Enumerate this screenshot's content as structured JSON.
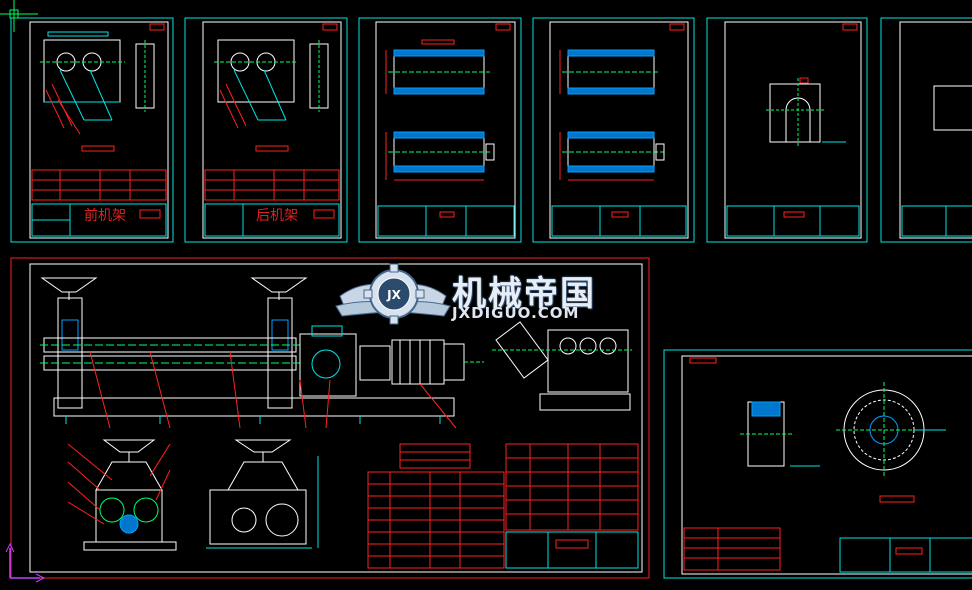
{
  "logo": {
    "title_cn": "机械帝国",
    "subtitle": "JXDIGUO.COM",
    "badge_letters": "JX"
  },
  "sheets": {
    "front_frame": {
      "label": "前机架"
    },
    "rear_frame": {
      "label": "后机架"
    }
  },
  "colors": {
    "background": "#000000",
    "frame_cyan": "#00e5e5",
    "title_red": "#ff2020",
    "label_red": "#e02020",
    "outline_white": "#ffffff",
    "hatch_blue": "#00a0ff",
    "accent_green": "#00ff66",
    "axis_magenta": "#c040ff"
  },
  "icons": [
    "gear-wing-logo-icon",
    "ucs-axis-icon",
    "crosshair-cursor-icon"
  ]
}
